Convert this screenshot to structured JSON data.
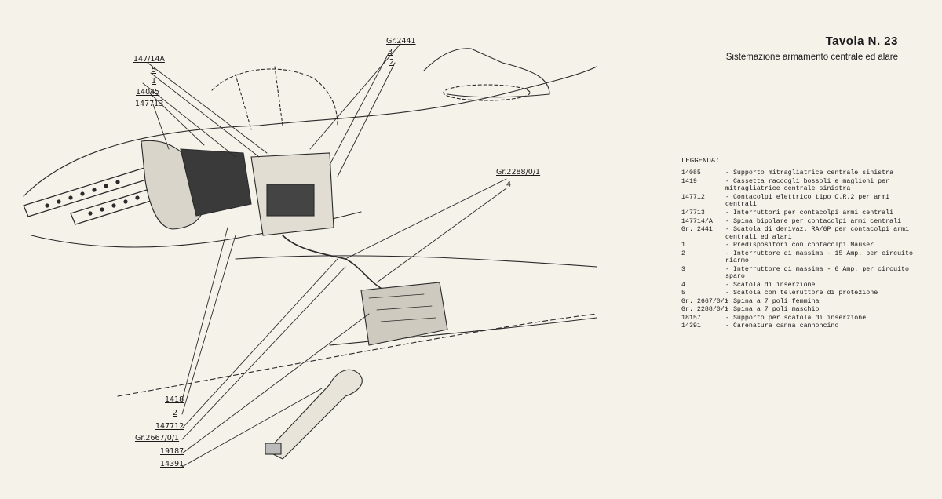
{
  "header": {
    "title": "Tavola N. 23",
    "subtitle": "Sistemazione armamento centrale ed alare"
  },
  "legend": {
    "title": "LEGGENDA:",
    "items": [
      {
        "code": "14085",
        "desc": "- Supporto mitragliatrice centrale sinistra"
      },
      {
        "code": "1419",
        "desc": "- Cassetta raccogli bossoli e maglioni per mitragliatrice centrale sinistra"
      },
      {
        "code": "147712",
        "desc": "- Contacolpi elettrico tipo O.R.2 per armi centrali"
      },
      {
        "code": "147713",
        "desc": "- Interruttori per contacolpi armi centrali"
      },
      {
        "code": "147714/A",
        "desc": "- Spina bipolare per contacolpi armi centrali"
      },
      {
        "code": "Gr. 2441",
        "desc": "- Scatola di derivaz. RA/6P per contacolpi armi centrali ed alari"
      },
      {
        "code": "1",
        "desc": "- Predispositori con contacolpi Mauser"
      },
      {
        "code": "2",
        "desc": "- Interruttore di massima - 15 Amp. per circuito riarmo"
      },
      {
        "code": "3",
        "desc": "- Interruttore di massima - 6 Amp. per circuito sparo"
      },
      {
        "code": "4",
        "desc": "- Scatola di inserzione"
      },
      {
        "code": "5",
        "desc": "- Scatola con teleruttore di protezione"
      },
      {
        "code": "Gr. 2667/0/1",
        "desc": "- Spina a 7 poli femmina"
      },
      {
        "code": "Gr. 2288/0/1",
        "desc": "- Spina a 7 poli maschio"
      },
      {
        "code": "18157",
        "desc": "- Supporto per scatola di inserzione"
      },
      {
        "code": "14391",
        "desc": "- Carenatura canna cannoncino"
      }
    ]
  },
  "callouts": {
    "c_147714a": "147/14A",
    "c_5": "5",
    "c_1": "1",
    "c_14045": "14045",
    "c_147713": "147713",
    "c_gr2441": "Gr.2441",
    "c_3": "3",
    "c_2top": "2",
    "c_gr2288": "Gr.2288/0/1",
    "c_4": "4",
    "c_1418": "1418",
    "c_2bot": "2",
    "c_147712": "147712",
    "c_gr2667": "Gr.2667/0/1",
    "c_19187": "19187",
    "c_14391": "14391"
  }
}
